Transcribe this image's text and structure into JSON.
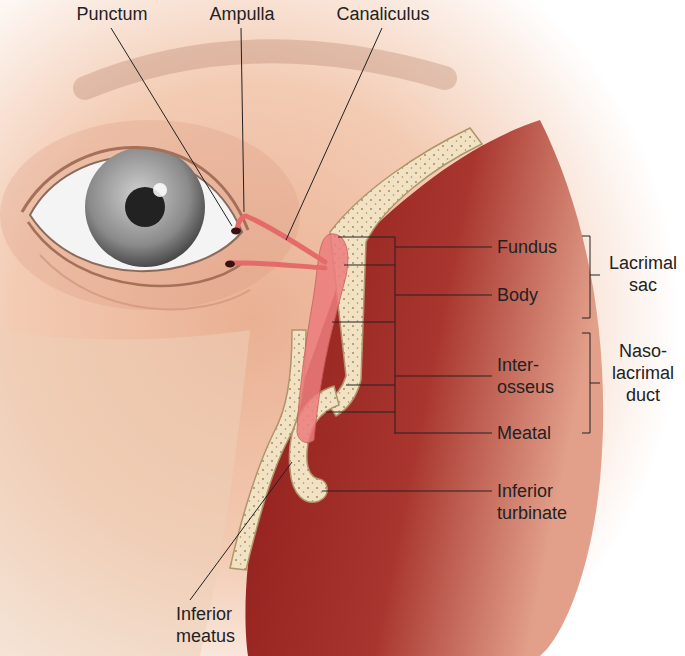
{
  "diagram": {
    "labels": [
      "Punctum",
      "Ampulla",
      "Canaliculus",
      "Fundus",
      "Body",
      "Lacrimal sac",
      "Inter- osseus",
      "Naso- lacrimal duct",
      "Meatal",
      "Inferior turbinate",
      "Inferior meatus"
    ]
  }
}
